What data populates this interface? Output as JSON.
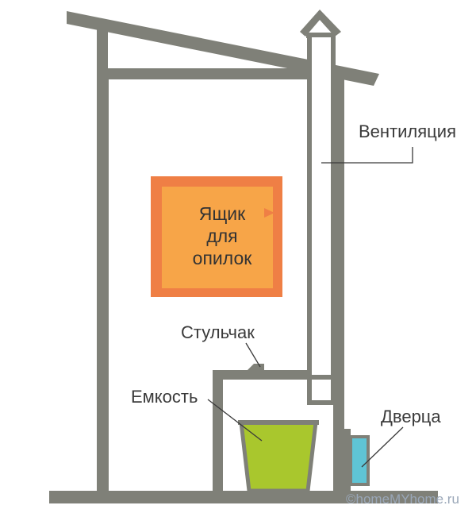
{
  "labels": {
    "ventilation": "Вентиляция",
    "box": [
      "Ящик",
      "для",
      "опилок"
    ],
    "seat": "Стульчак",
    "container": "Емкость",
    "door": "Дверца"
  },
  "watermark": "©homeMYhome.ru",
  "colors": {
    "wall": "#7f8078",
    "box_outer": "#ef7f45",
    "box_inner": "#f7a548",
    "bucket": "#a9c72d",
    "door_window": "#5fc4d5",
    "leader": "#3a3a3a"
  }
}
